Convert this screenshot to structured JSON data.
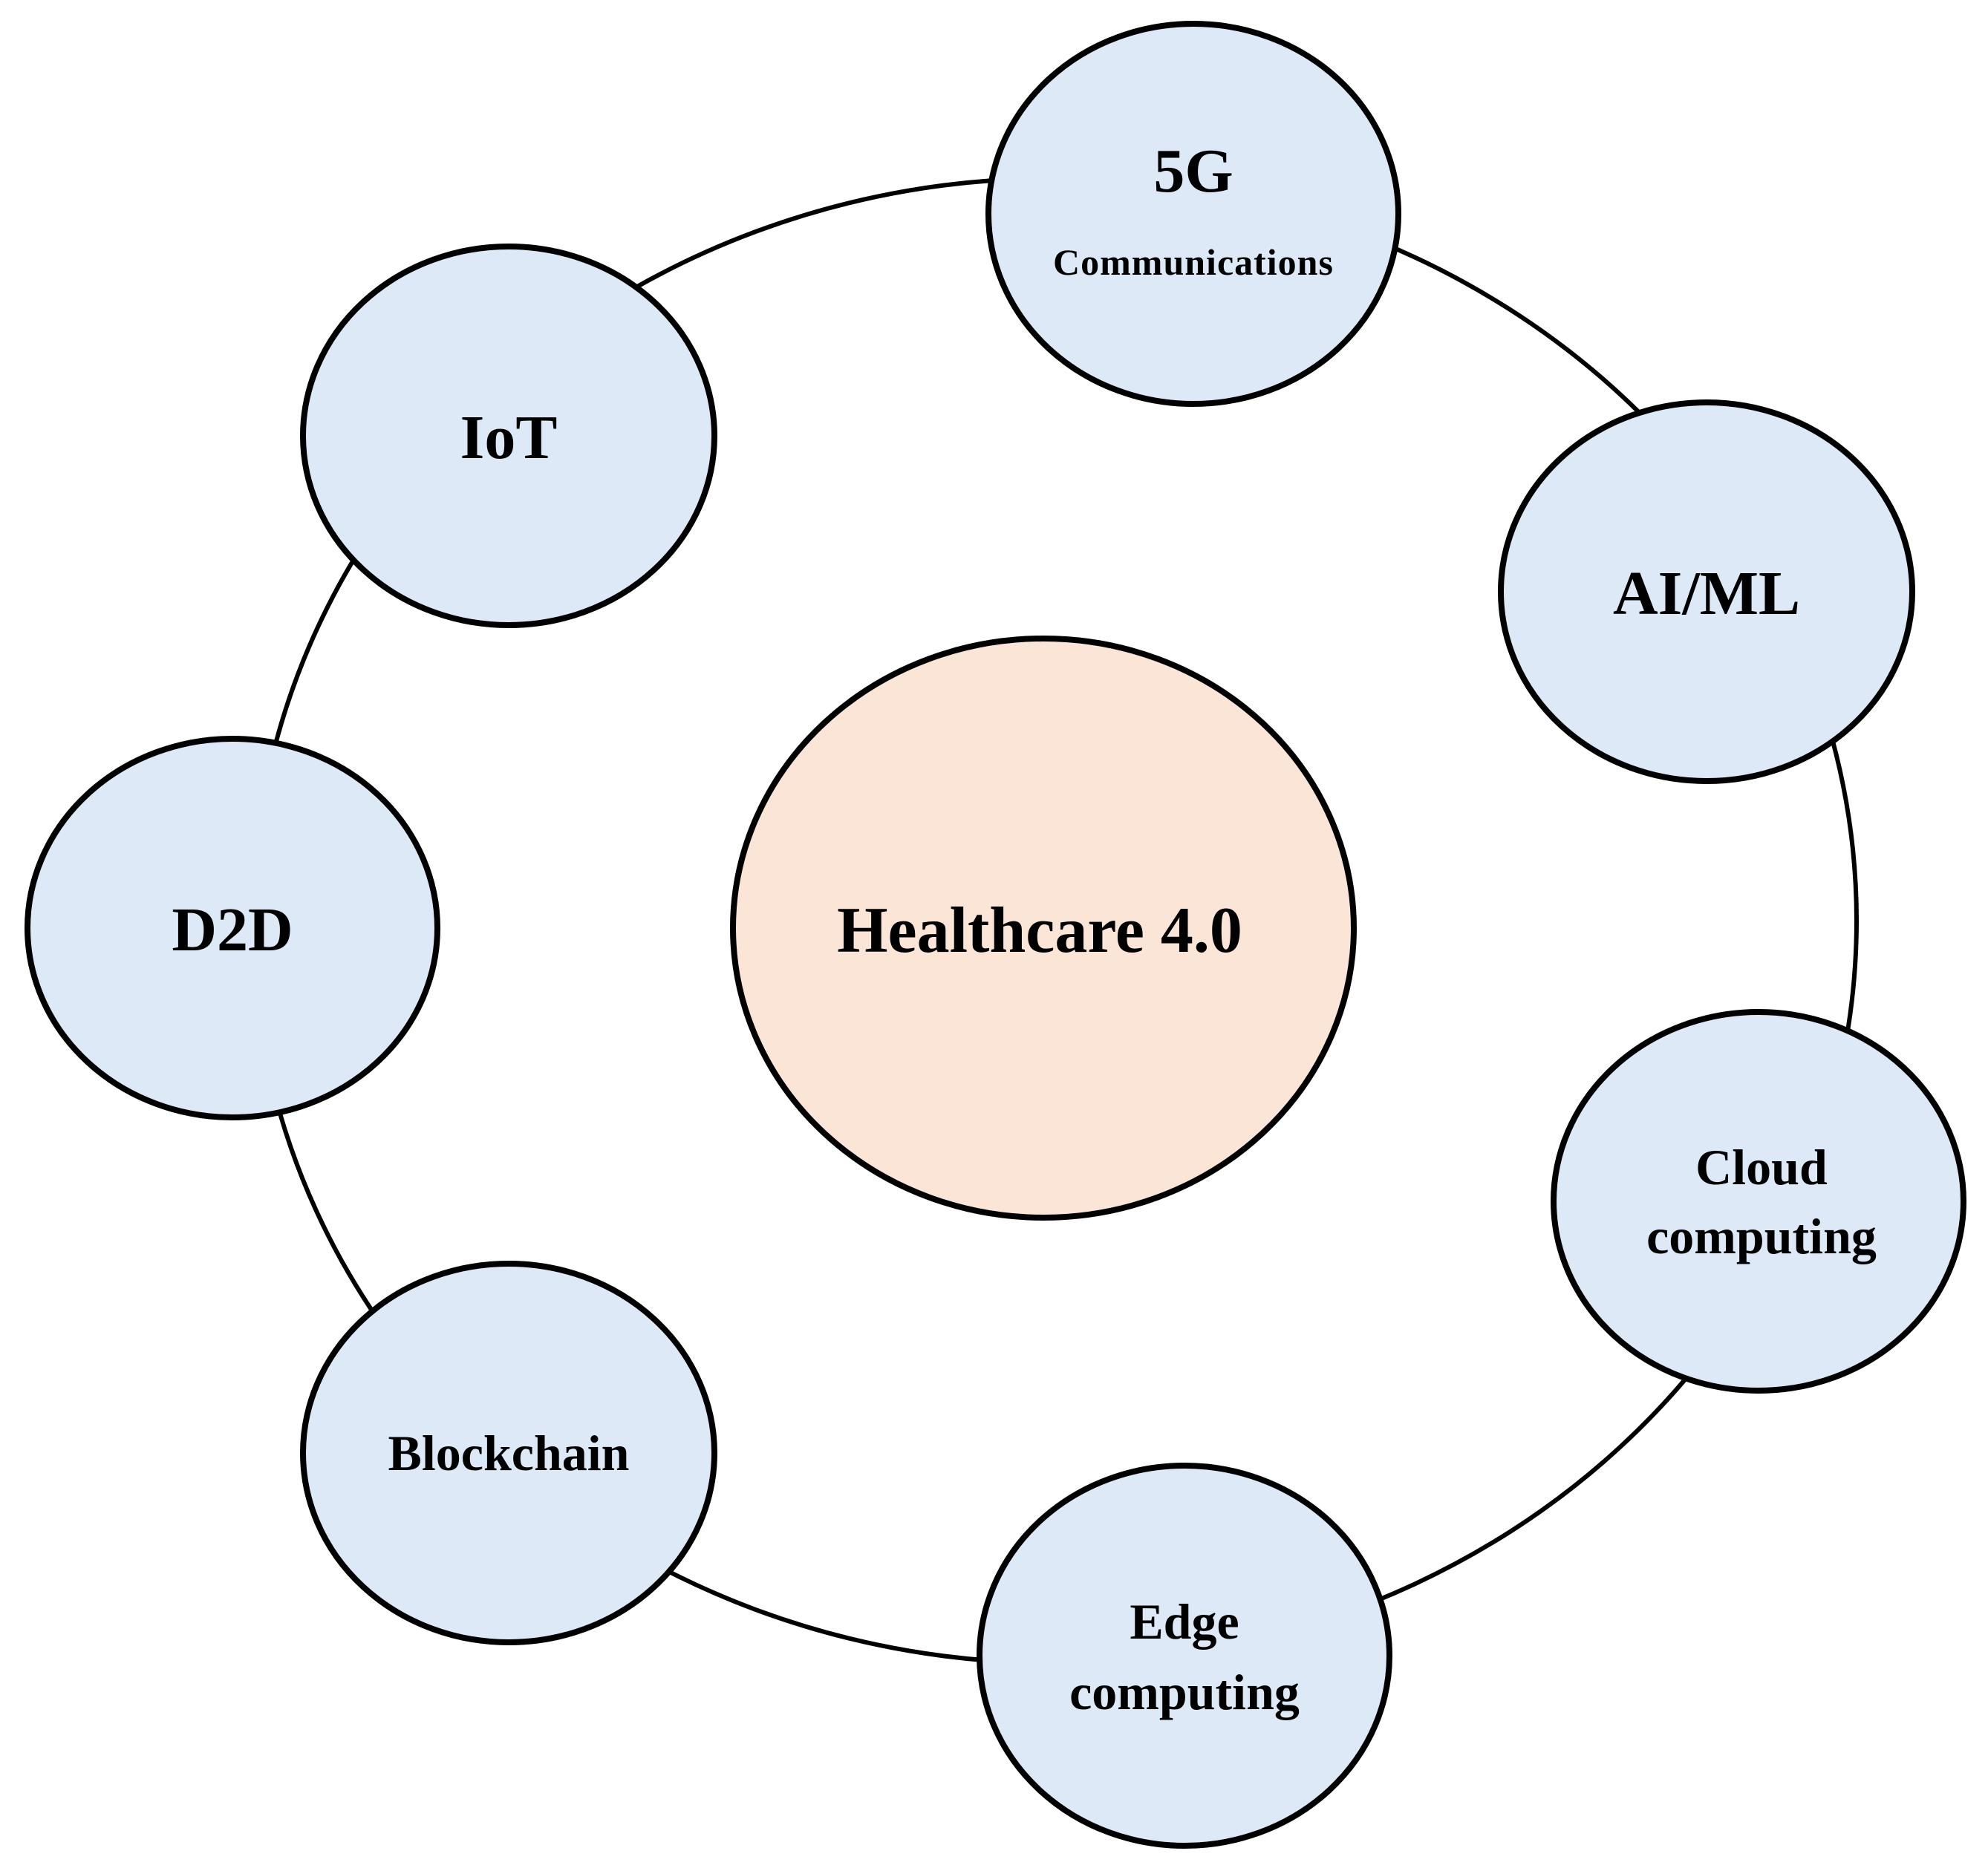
{
  "center": {
    "label": "Healthcare 4.0",
    "fill": "#fbe5d7"
  },
  "node_fill": "#dde9f6",
  "nodes": [
    {
      "id": "5g",
      "line1": "5G",
      "line2": "Communications"
    },
    {
      "id": "ai-ml",
      "line1": "AI/ML"
    },
    {
      "id": "cloud",
      "line1": "Cloud",
      "line2": "computing"
    },
    {
      "id": "edge",
      "line1": "Edge",
      "line2": "computing"
    },
    {
      "id": "blockchain",
      "line1": "Blockchain"
    },
    {
      "id": "d2d",
      "line1": "D2D"
    },
    {
      "id": "iot",
      "line1": "IoT"
    }
  ]
}
